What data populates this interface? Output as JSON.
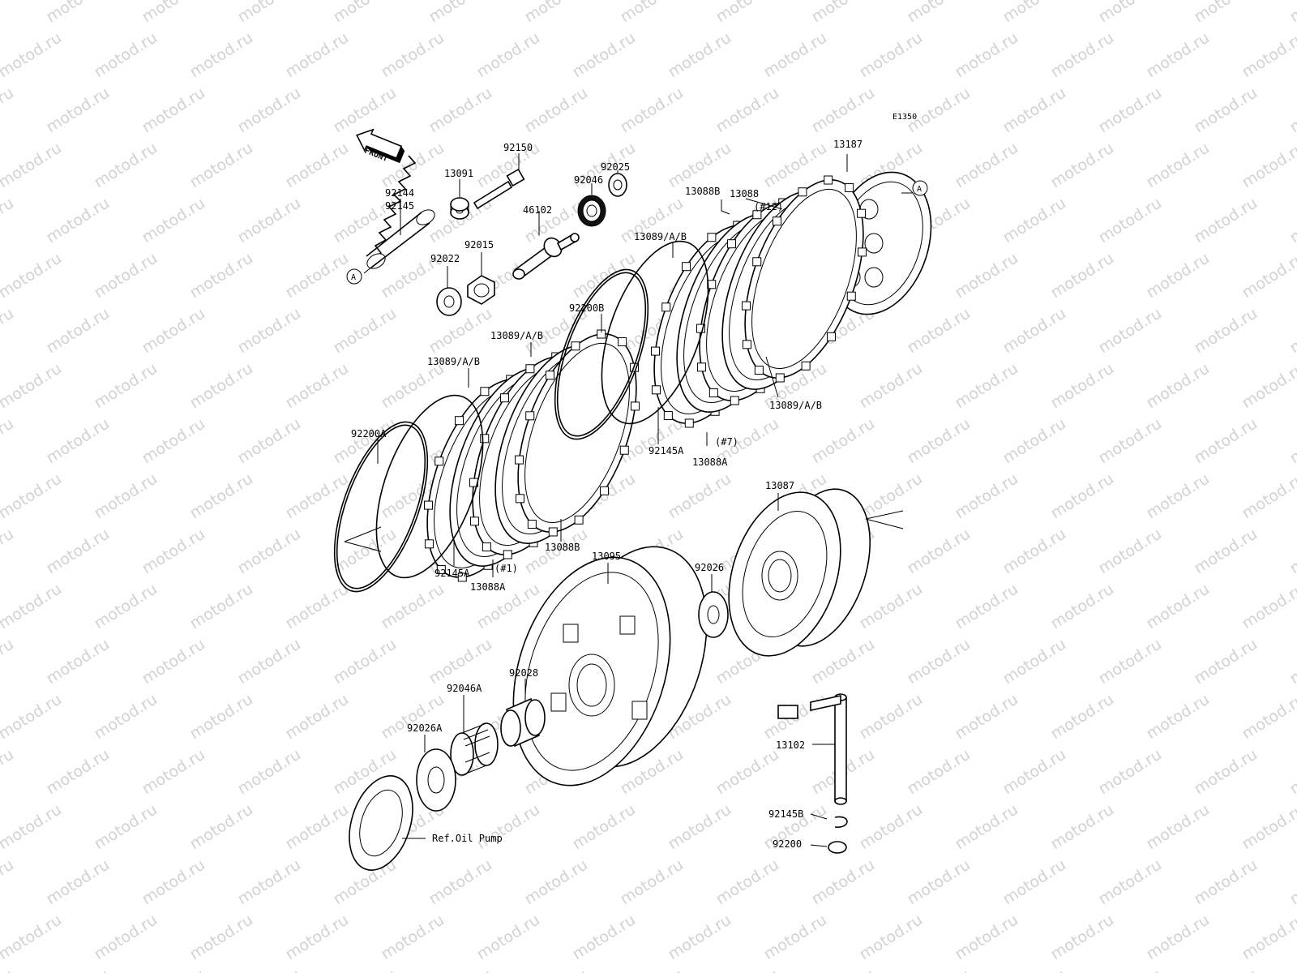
{
  "watermark": {
    "text": "motod.ru"
  },
  "diagram_code": "E1350",
  "front_arrow": {
    "label": "FRONT"
  },
  "callouts": [
    {
      "id": "13187",
      "text": "13187"
    },
    {
      "id": "92150",
      "text": "92150"
    },
    {
      "id": "13091",
      "text": "13091"
    },
    {
      "id": "92144",
      "text": "92144"
    },
    {
      "id": "92145",
      "text": "92145"
    },
    {
      "id": "92025",
      "text": "92025"
    },
    {
      "id": "92046",
      "text": "92046"
    },
    {
      "id": "46102",
      "text": "46102"
    },
    {
      "id": "92015",
      "text": "92015"
    },
    {
      "id": "92022",
      "text": "92022"
    },
    {
      "id": "13088",
      "text": "13088"
    },
    {
      "id": "n12",
      "text": "(#12)"
    },
    {
      "id": "13088B-top",
      "text": "13088B"
    },
    {
      "id": "13089AB-top",
      "text": "13089/A/B"
    },
    {
      "id": "92200B",
      "text": "92200B"
    },
    {
      "id": "13089AB-mid",
      "text": "13089/A/B"
    },
    {
      "id": "13089AB-left",
      "text": "13089/A/B"
    },
    {
      "id": "13089AB-right",
      "text": "13089/A/B"
    },
    {
      "id": "92200A",
      "text": "92200A"
    },
    {
      "id": "92145A-right",
      "text": "92145A"
    },
    {
      "id": "n7",
      "text": "(#7)"
    },
    {
      "id": "13088A-right",
      "text": "13088A"
    },
    {
      "id": "13087",
      "text": "13087"
    },
    {
      "id": "13088B-bottom",
      "text": "13088B"
    },
    {
      "id": "92145A-left",
      "text": "92145A"
    },
    {
      "id": "n1",
      "text": "(#1)"
    },
    {
      "id": "13088A-left",
      "text": "13088A"
    },
    {
      "id": "13095",
      "text": "13095"
    },
    {
      "id": "92026",
      "text": "92026"
    },
    {
      "id": "92028",
      "text": "92028"
    },
    {
      "id": "92046A",
      "text": "92046A"
    },
    {
      "id": "92026A",
      "text": "92026A"
    },
    {
      "id": "13102",
      "text": "13102"
    },
    {
      "id": "92145B",
      "text": "92145B"
    },
    {
      "id": "92200",
      "text": "92200"
    },
    {
      "id": "ref-oil-pump",
      "text": "Ref.Oil Pump"
    }
  ],
  "markers": [
    {
      "id": "A-left",
      "text": "A"
    },
    {
      "id": "A-right",
      "text": "A"
    }
  ]
}
